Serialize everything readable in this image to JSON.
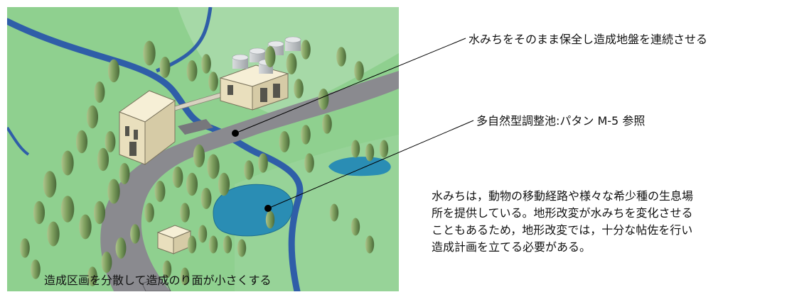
{
  "callouts": {
    "waterway": "水みちをそのまま保全し造成地盤を連続させる",
    "pond": "多自然型調整池:パタン M-5 参照"
  },
  "note": {
    "lines": [
      "水みちは，動物の移動経路や様々な希少種の生息場",
      "所を提供している。地形改変が水みちを変化させる",
      "こともあるため，地形改変では，十分な帖佐を行い",
      "造成計画を立てる必要がある。"
    ]
  },
  "caption": "造成区画を分散して造成のり面が小さくする",
  "colors": {
    "field": "#8cce8e",
    "field_light": "#a4d8a5",
    "river": "#2f5ea8",
    "pond": "#2a8db4",
    "road": "#8a8a8f",
    "tree": "#7a9f5c",
    "building": "#efe6c8",
    "tank": "#bfc4c7"
  },
  "icons": {
    "trees": "tree-icon",
    "buildings": "building-icon",
    "tanks": "storage-tank-icon",
    "leader_end": "leader-dot-icon"
  }
}
